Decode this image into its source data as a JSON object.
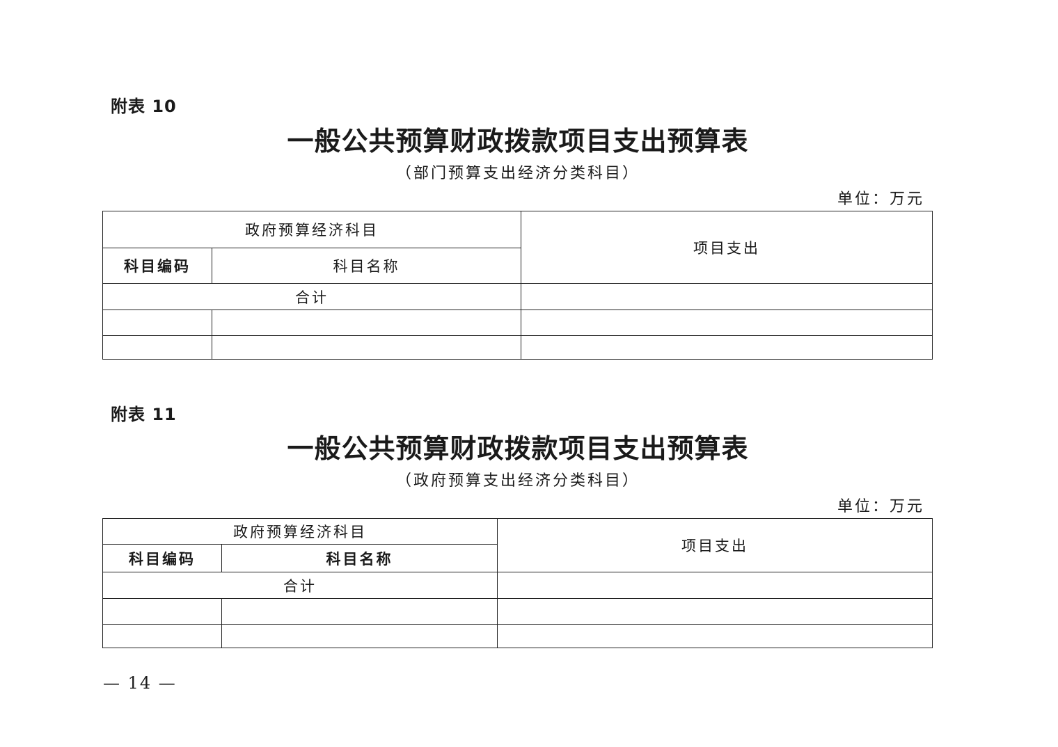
{
  "tables": [
    {
      "label": "附表 10",
      "title": "一般公共预算财政拨款项目支出预算表",
      "subtitle": "（部门预算支出经济分类科目）",
      "unit": "单位：万元",
      "header": {
        "group": "政府预算经济科目",
        "code": "科目编码",
        "name": "科目名称",
        "amount": "项目支出"
      },
      "total_label": "合计",
      "rows": [
        {
          "code": "",
          "name": "",
          "amount": ""
        },
        {
          "code": "",
          "name": "",
          "amount": ""
        }
      ]
    },
    {
      "label": "附表 11",
      "title": "一般公共预算财政拨款项目支出预算表",
      "subtitle": "（政府预算支出经济分类科目）",
      "unit": "单位：万元",
      "header": {
        "group": "政府预算经济科目",
        "code": "科目编码",
        "name": "科目名称",
        "amount": "项目支出"
      },
      "total_label": "合计",
      "rows": [
        {
          "code": "",
          "name": "",
          "amount": ""
        },
        {
          "code": "",
          "name": "",
          "amount": ""
        }
      ]
    }
  ],
  "footer": {
    "page_number": "— 14 —"
  }
}
